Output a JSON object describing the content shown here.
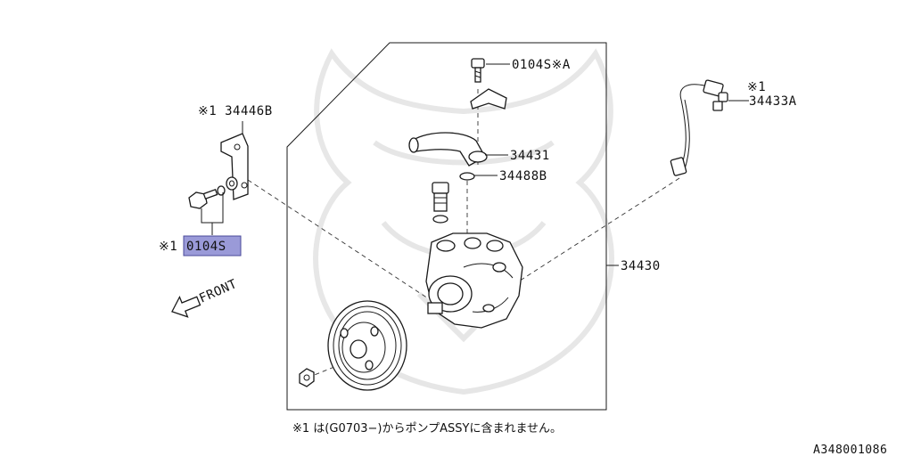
{
  "diagram": {
    "parts": {
      "bolt_top": "0104S※A",
      "bracket_label": "※1 34446B",
      "hose_fitting": "34431",
      "oring": "34488B",
      "sensor_mark": "※1",
      "sensor": "34433A",
      "pump_assy": "34430",
      "bolt_mark": "※1",
      "bolt_highlight": "0104S"
    },
    "front_label": "FRONT",
    "footnote": "※1 は(G0703−)からポンプASSYに含まれません。",
    "figure_code": "A348001086",
    "colors": {
      "highlight_fill": "#9a9ad8",
      "line": "#1a1a1a",
      "watermark": "#e4e4e4"
    }
  }
}
